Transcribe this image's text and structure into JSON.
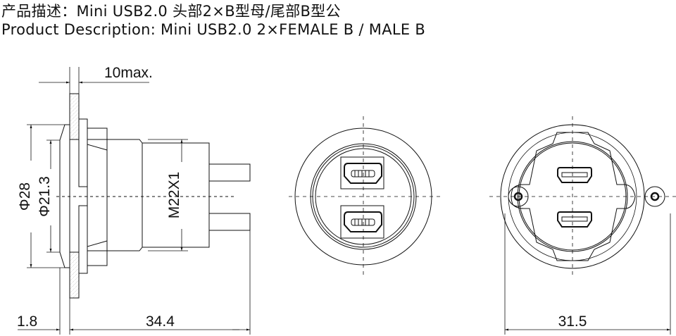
{
  "title_cn": "产品描述：Mini USB2.0 头部2×B型母/尾部B型公",
  "title_en": "Product Description: Mini USB2.0 2×FEMALE B / MALE B",
  "dimensions": {
    "panel_max": "10max.",
    "dia_outer": "Φ28",
    "dia_inner": "Φ21.3",
    "thread": "M22X1",
    "bezel_thickness": "1.8",
    "body_length": "34.4",
    "rear_width": "31.5"
  },
  "colors": {
    "line": "#111111",
    "hatch": "#888888"
  }
}
